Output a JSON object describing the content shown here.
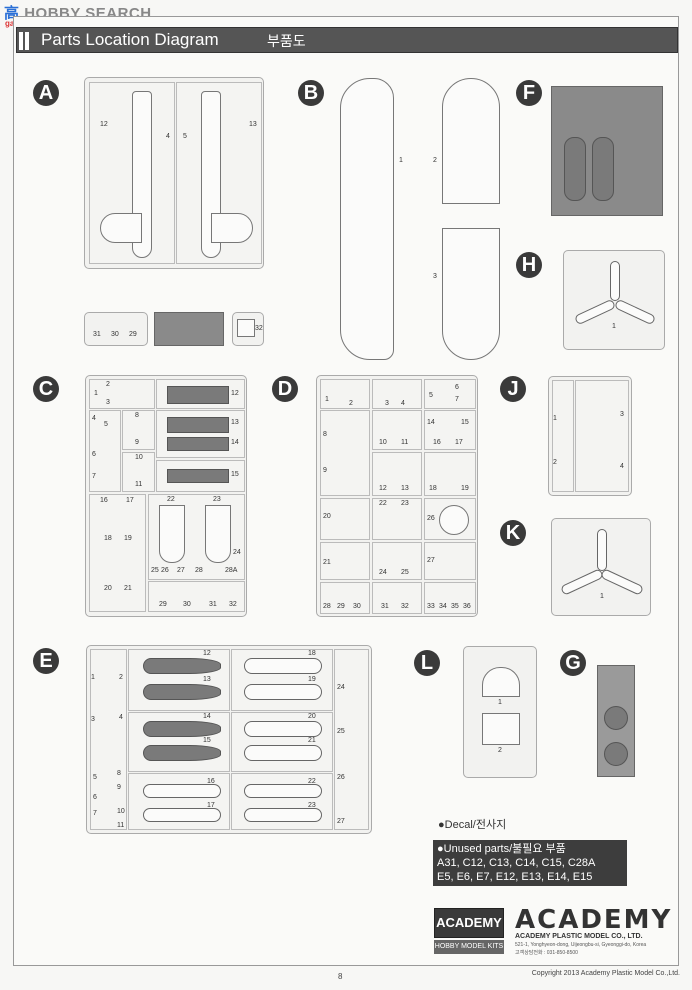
{
  "watermark": {
    "cn": "高",
    "brand": "HOBBY SEARCH",
    "sub": "gao-shan.com"
  },
  "header": {
    "title": "Parts Location Diagram",
    "title_ko": "부품도"
  },
  "sprues": {
    "A": {
      "label": "A",
      "parts": [
        "12",
        "4",
        "5",
        "13",
        "31",
        "30",
        "29",
        "32"
      ]
    },
    "B": {
      "label": "B",
      "parts": [
        "1",
        "2",
        "3"
      ]
    },
    "F": {
      "label": "F"
    },
    "H": {
      "label": "H",
      "parts": [
        "1"
      ]
    },
    "C": {
      "label": "C",
      "parts": [
        "1",
        "2",
        "3",
        "4",
        "5",
        "6",
        "7",
        "8",
        "9",
        "10",
        "11",
        "12",
        "13",
        "14",
        "15",
        "16",
        "17",
        "18",
        "19",
        "20",
        "21",
        "22",
        "23",
        "24",
        "25",
        "26",
        "27",
        "28",
        "28A",
        "29",
        "30",
        "31",
        "32"
      ]
    },
    "D": {
      "label": "D",
      "parts": [
        "1",
        "2",
        "3",
        "4",
        "5",
        "6",
        "7",
        "8",
        "9",
        "10",
        "11",
        "12",
        "13",
        "14",
        "15",
        "16",
        "17",
        "18",
        "19",
        "20",
        "21",
        "22",
        "23",
        "24",
        "25",
        "26",
        "27",
        "28",
        "29",
        "30",
        "31",
        "32",
        "33",
        "34",
        "35",
        "36"
      ]
    },
    "J": {
      "label": "J",
      "parts": [
        "1",
        "2",
        "3",
        "4"
      ]
    },
    "K": {
      "label": "K",
      "parts": [
        "1"
      ]
    },
    "E": {
      "label": "E",
      "parts": [
        "1",
        "2",
        "3",
        "4",
        "5",
        "6",
        "7",
        "8",
        "9",
        "10",
        "11",
        "12",
        "13",
        "14",
        "15",
        "16",
        "17",
        "18",
        "19",
        "20",
        "21",
        "22",
        "23",
        "24",
        "25",
        "26",
        "27"
      ]
    },
    "L": {
      "label": "L",
      "parts": [
        "1",
        "2"
      ]
    },
    "G": {
      "label": "G"
    }
  },
  "notes": {
    "decal": "●Decal/전사지",
    "unused_title": "●Unused parts/불필요 부품",
    "unused_line1": "A31, C12, C13, C14, C15, C28A",
    "unused_line2": "E5, E6, E7, E12, E13, E14, E15"
  },
  "brand": {
    "small_top": "ACADEMY",
    "small_bottom": "HOBBY MODEL KITS",
    "logo": "ACADEMY",
    "company": "ACADEMY PLASTIC MODEL CO., LTD.",
    "address": "521-1, Yonghyeon-dong, Uijeongbu-si, Gyeonggi-do, Korea",
    "phone": "고객상담전화 : 031-850-8500"
  },
  "footer": {
    "page": "8",
    "copyright": "Copyright 2013 Academy Plastic Model Co.,Ltd."
  }
}
